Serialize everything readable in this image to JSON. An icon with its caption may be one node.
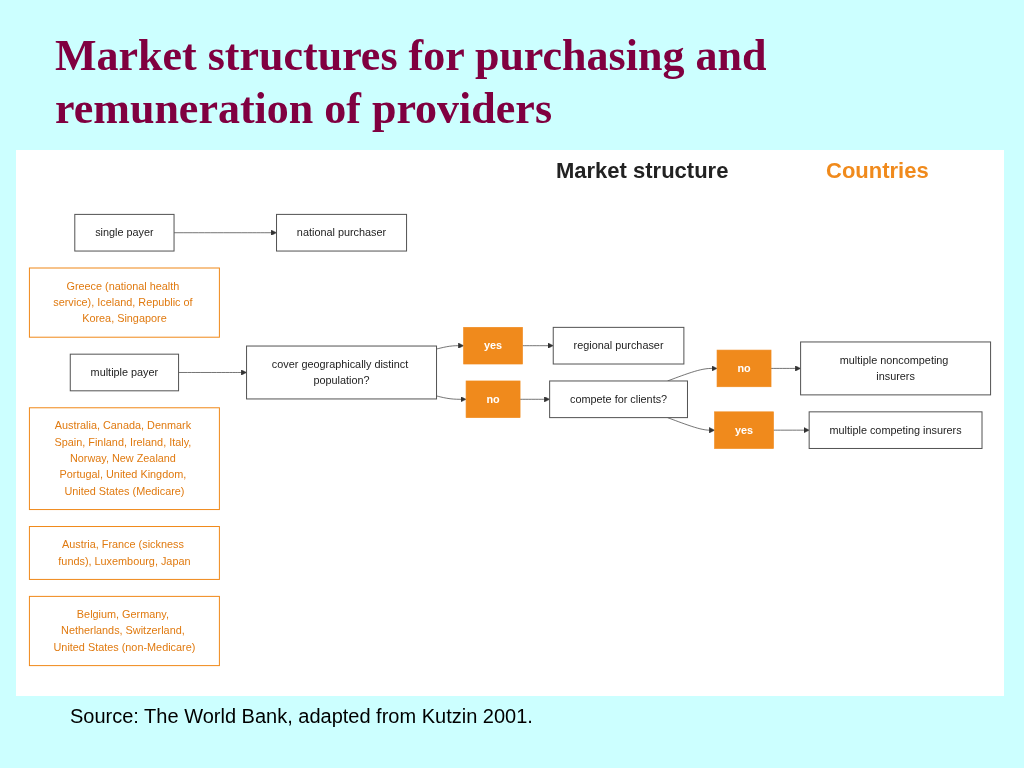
{
  "diagram": {
    "title": "Market structures for purchasing and remuneration of providers",
    "caption": "Source: The World Bank, adapted from Kutzin 2001.",
    "nodes": [
      {
        "text": [
          "single payer"
        ]
      },
      {
        "text": [
          "national purchaser"
        ]
      },
      {
        "text": [
          "Greece (national health service), Iceland, Republic of Korea, Singapore"
        ]
      },
      {
        "text": [
          "multiple payer"
        ]
      },
      {
        "text": [
          "cover geographically distinct population?"
        ]
      },
      {
        "text": [
          "yes"
        ]
      },
      {
        "text": [
          "regional purchaser"
        ]
      },
      {
        "text": [
          "Australia, Canada, Denmark Spain, Finland, Ireland, Italy, Norway, New Zealand Portugal, United Kingdom, United States (Medicare)"
        ]
      },
      {
        "text": [
          "no"
        ]
      },
      {
        "text": [
          "multiple noncompeting insurers"
        ]
      },
      {
        "text": [
          "Austria, France (sickness funds), Luxembourg, Japan"
        ]
      },
      {
        "text": [
          "compete for clients?"
        ]
      },
      {
        "text": [
          "no"
        ]
      },
      {
        "text": [
          "yes"
        ]
      },
      {
        "text": [
          "multiple competing insurers"
        ]
      },
      {
        "text": [
          "Belgium, Germany, Netherlands, Switzerland, United States (non-Medicare)"
        ]
      }
    ],
    "edges": [
      {
        "from": 0,
        "to": 1,
        "arrow": "to"
      },
      {
        "from": 3,
        "to": 4,
        "arrow": "to"
      },
      {
        "from": 4,
        "to": 5,
        "arrow": "to"
      },
      {
        "from": 5,
        "to": 6,
        "arrow": "to"
      },
      {
        "from": 4,
        "to": 8,
        "arrow": "to"
      },
      {
        "from": 8,
        "to": 11,
        "arrow": "to"
      },
      {
        "from": 11,
        "to": 12,
        "arrow": "to"
      },
      {
        "from": 12,
        "to": 9,
        "arrow": "to"
      },
      {
        "from": 11,
        "to": 13,
        "arrow": "to"
      },
      {
        "from": 13,
        "to": 14,
        "arrow": "to"
      }
    ],
    "labels": [
      "Market structure",
      "Countries"
    ]
  }
}
